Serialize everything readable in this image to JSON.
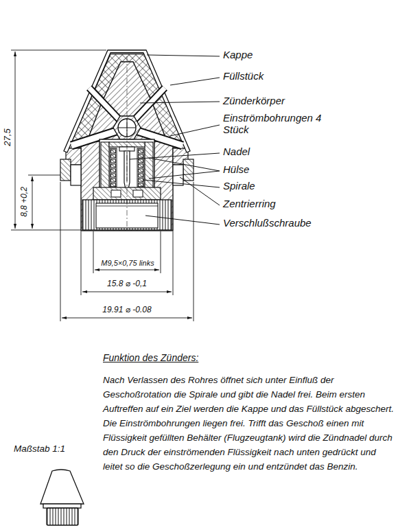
{
  "diagram": {
    "labels": [
      "Kappe",
      "Füllstück",
      "Zünderkörper",
      "Einströmbohrungen 4 Stück",
      "Nadel",
      "Hülse",
      "Spirale",
      "Zentrierring",
      "Verschlußschraube",
      "27,5",
      "8,8 +0,2",
      "M9,5×0,75 links",
      "15.8 ⌀ -0,1",
      "19.91 ⌀ -0.08",
      "Funktion des Zünders:",
      "Nach Verlassen des Rohres öffnet sich unter Einfluß der Geschoßrotation die Spirale und gibt die Nadel frei. Beim ersten Auftreffen auf ein Ziel werden die Kappe und das Füllstück abgeschert. Die Einströmbohrungen liegen frei. Trifft das Geschoß einen mit Flüssigkeit gefüllten Behälter (Flugzeugtank) wird die Zündnadel durch den Druck der einströmenden Flüssigkeit nach unten gedrückt und leitet so die Geschoßzerlegung ein und entzündet das Benzin.",
      "Maßstab 1:1"
    ]
  }
}
